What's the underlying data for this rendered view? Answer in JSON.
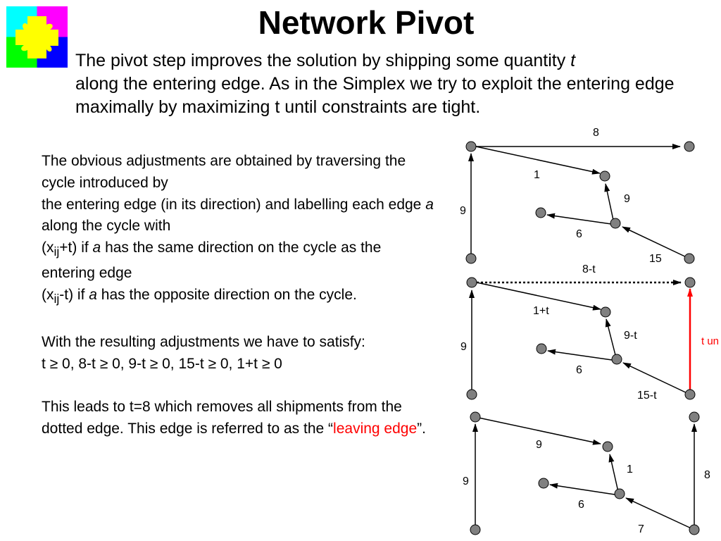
{
  "title": "Network Pivot",
  "intro": {
    "part1": "The pivot step improves the solution by shipping some quantity ",
    "var_t": "t",
    "part2": "along the entering edge. As in the Simplex we try to exploit the entering edge maximally by maximizing t until constraints are tight."
  },
  "body": {
    "para1_a": "The obvious adjustments are obtained by traversing the cycle introduced by",
    "para1_b": "the entering edge (in its direction) and labelling each edge ",
    "para1_var": "a",
    "para1_c": " along the cycle with",
    "plus_prefix": "(x",
    "sub_ij": "ij",
    "plus_suffix": "+t) if ",
    "plus_var": "a",
    "plus_rest": " has the same direction on the cycle as the entering edge",
    "minus_prefix": "(x",
    "minus_suffix": "-t)  if ",
    "minus_var": "a",
    "minus_rest": " has the opposite direction on the cycle.",
    "para2_a": "With the resulting adjustments we have to satisfy:",
    "para2_b": "t ≥ 0, 8-t ≥ 0, 9-t ≥ 0, 15-t ≥ 0, 1+t ≥ 0",
    "para3_a": "This leads to t=8 which removes all shipments from the dotted edge. This edge is referred to as the “",
    "para3_highlight": "leaving edge",
    "para3_b": "”."
  },
  "diagram1": {
    "top": "8",
    "diag": "1",
    "left": "9",
    "upper_right": "9",
    "middle": "6",
    "lower": "15"
  },
  "diagram2": {
    "top": "8-t",
    "diag": "1+t",
    "left": "9",
    "upper_right": "9-t",
    "middle": "6",
    "lower": "15-t",
    "entering_note": "t un"
  },
  "diagram3": {
    "diag": "9",
    "upper_right": "1",
    "left": "9",
    "right": "8",
    "middle": "6",
    "lower": "7"
  },
  "colors": {
    "text": "#000000",
    "highlight": "#ff0000",
    "node_fill": "#808080",
    "logo": [
      "#00ffff",
      "#ff00ff",
      "#00ff00",
      "#0000ff",
      "#ffff00"
    ]
  }
}
